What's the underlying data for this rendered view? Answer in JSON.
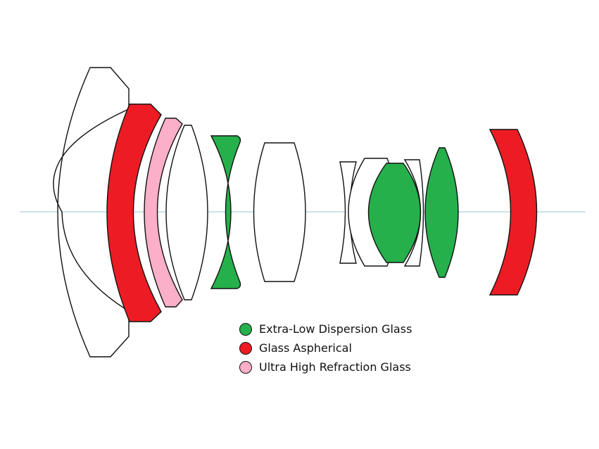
{
  "colors": {
    "extra_low_dispersion": "#25B04B",
    "aspherical": "#ED1C24",
    "ultra_high_refraction": "#FBAFC8",
    "plain_glass": "#FFFFFF",
    "optical_axis": "#A9D4DC",
    "outline": "#111111"
  },
  "legend": [
    {
      "label": "Extra-Low Dispersion Glass",
      "color_key": "extra_low_dispersion"
    },
    {
      "label": "Glass Aspherical",
      "color_key": "aspherical"
    },
    {
      "label": "Ultra High Refraction Glass",
      "color_key": "ultra_high_refraction"
    }
  ],
  "elements": [
    {
      "id": "element-1",
      "glass": "plain_glass"
    },
    {
      "id": "element-2",
      "glass": "aspherical"
    },
    {
      "id": "element-3",
      "glass": "ultra_high_refraction"
    },
    {
      "id": "element-4",
      "glass": "plain_glass"
    },
    {
      "id": "element-5",
      "glass": "extra_low_dispersion"
    },
    {
      "id": "element-6",
      "glass": "plain_glass"
    },
    {
      "id": "element-7",
      "glass": "plain_glass"
    },
    {
      "id": "element-8",
      "glass": "plain_glass"
    },
    {
      "id": "element-9",
      "glass": "extra_low_dispersion"
    },
    {
      "id": "element-10",
      "glass": "plain_glass"
    },
    {
      "id": "element-11",
      "glass": "extra_low_dispersion"
    },
    {
      "id": "element-12",
      "glass": "aspherical"
    }
  ]
}
